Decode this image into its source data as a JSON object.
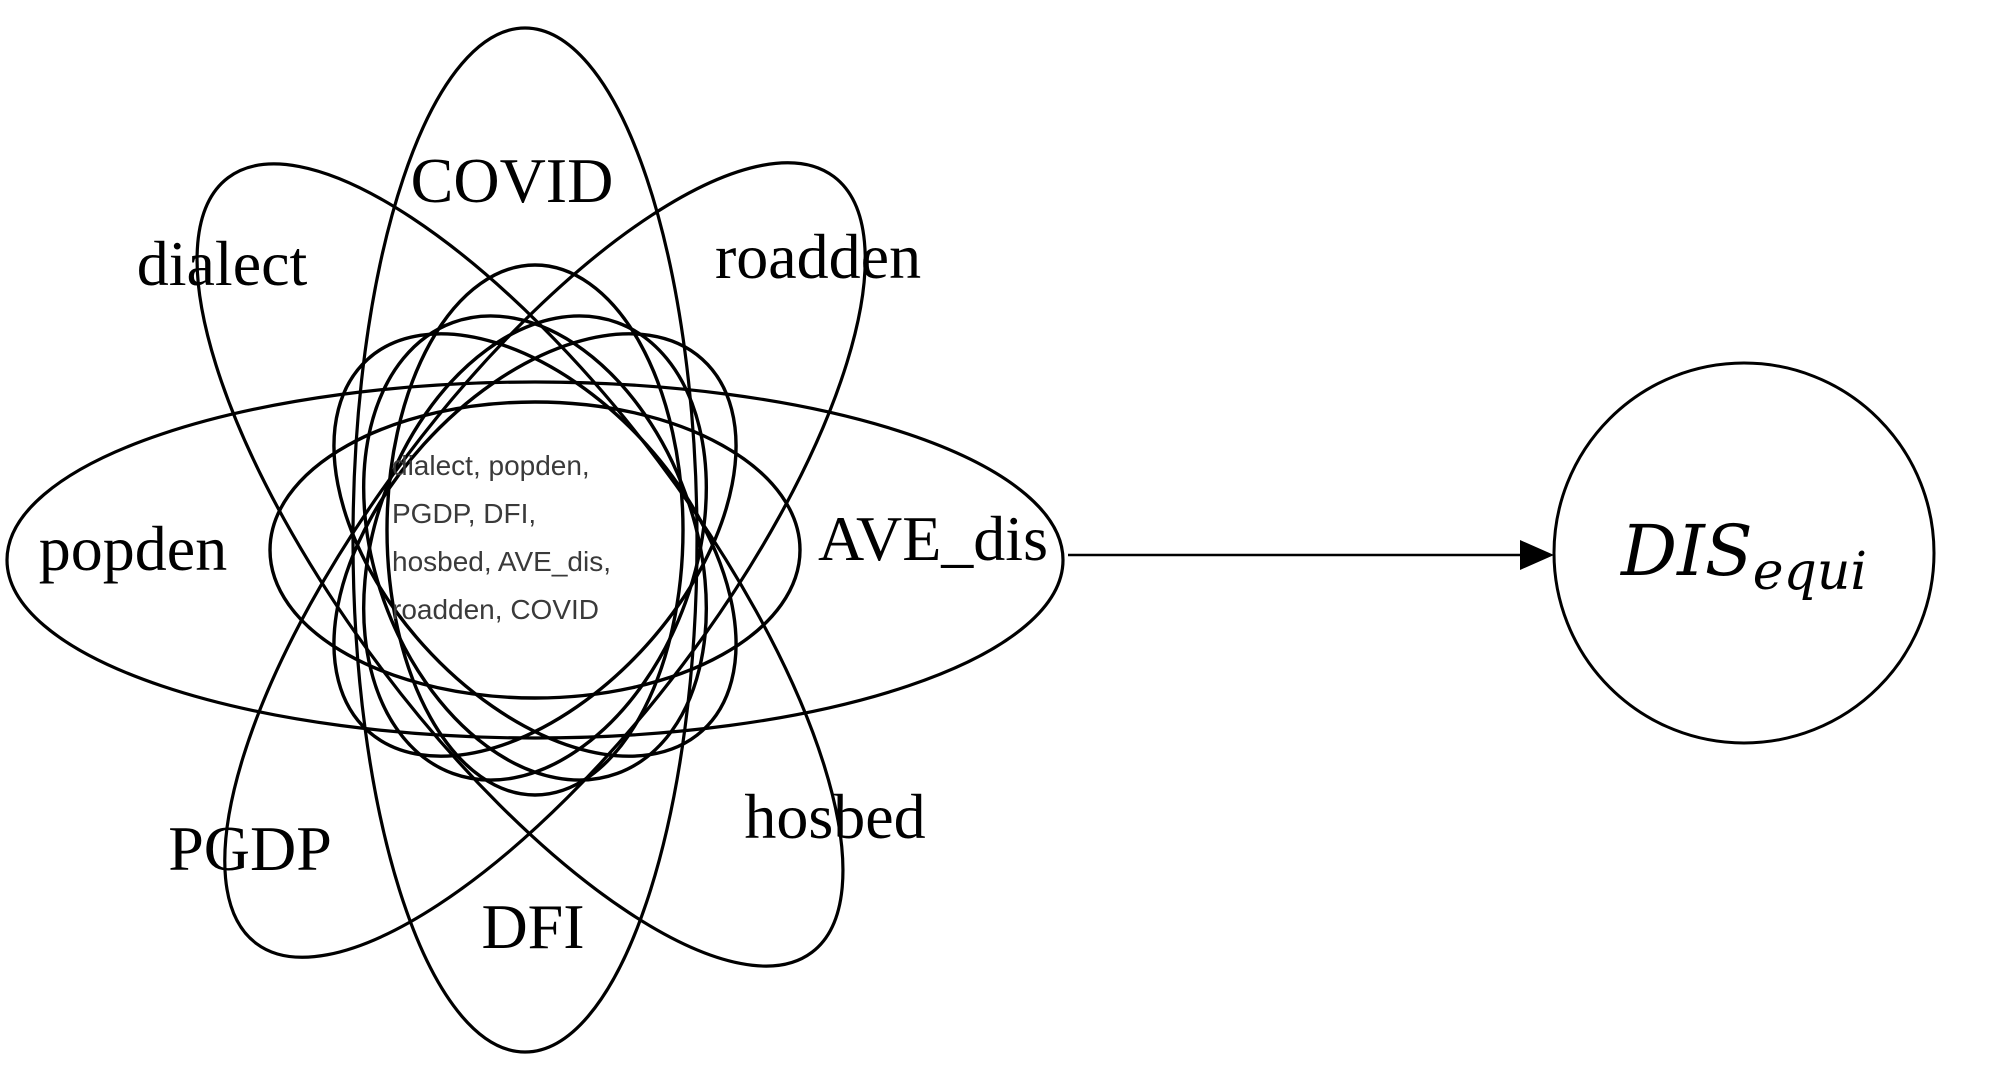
{
  "factors": [
    {
      "id": "covid",
      "label": "COVID"
    },
    {
      "id": "dialect",
      "label": "dialect"
    },
    {
      "id": "roadden",
      "label": "roadden"
    },
    {
      "id": "popden",
      "label": "popden"
    },
    {
      "id": "ave-dis",
      "label": "AVE_dis"
    },
    {
      "id": "pgdp",
      "label": "PGDP"
    },
    {
      "id": "hosbed",
      "label": "hosbed"
    },
    {
      "id": "dfi",
      "label": "DFI"
    }
  ],
  "intersection": {
    "lines": [
      "dialect, popden,",
      "PGDP, DFI,",
      "hosbed, AVE_dis,",
      "roadden, COVID"
    ]
  },
  "target": {
    "main": "DIS",
    "subscript": "equi"
  }
}
